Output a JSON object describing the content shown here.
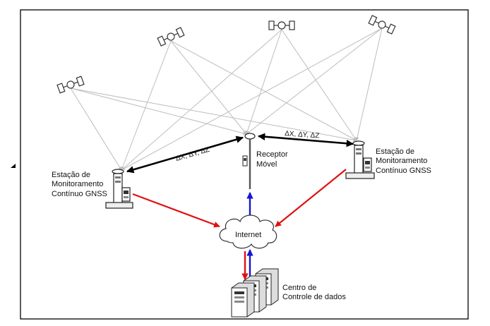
{
  "diagram": {
    "stations": {
      "left": {
        "lines": [
          "Estação de",
          "Monitoramento",
          "Contínuo GNSS"
        ]
      },
      "right": {
        "lines": [
          "Estação de",
          "Monitoramento",
          "Contínuo GNSS"
        ]
      }
    },
    "receiver": {
      "lines": [
        "Receptor",
        "Móvel"
      ]
    },
    "internet": {
      "label": "Internet"
    },
    "data_center": {
      "lines": [
        "Centro de",
        "Controle de dados"
      ]
    },
    "corrections": {
      "left_label": "ΔX, ΔY, ΔZ",
      "right_label": "ΔX, ΔY, ΔZ"
    },
    "colors": {
      "signal_rays": "#bdbdbd",
      "corrections": "#000000",
      "uplink": "#e01010",
      "downlink": "#1515d0",
      "frame": "#000000"
    }
  }
}
